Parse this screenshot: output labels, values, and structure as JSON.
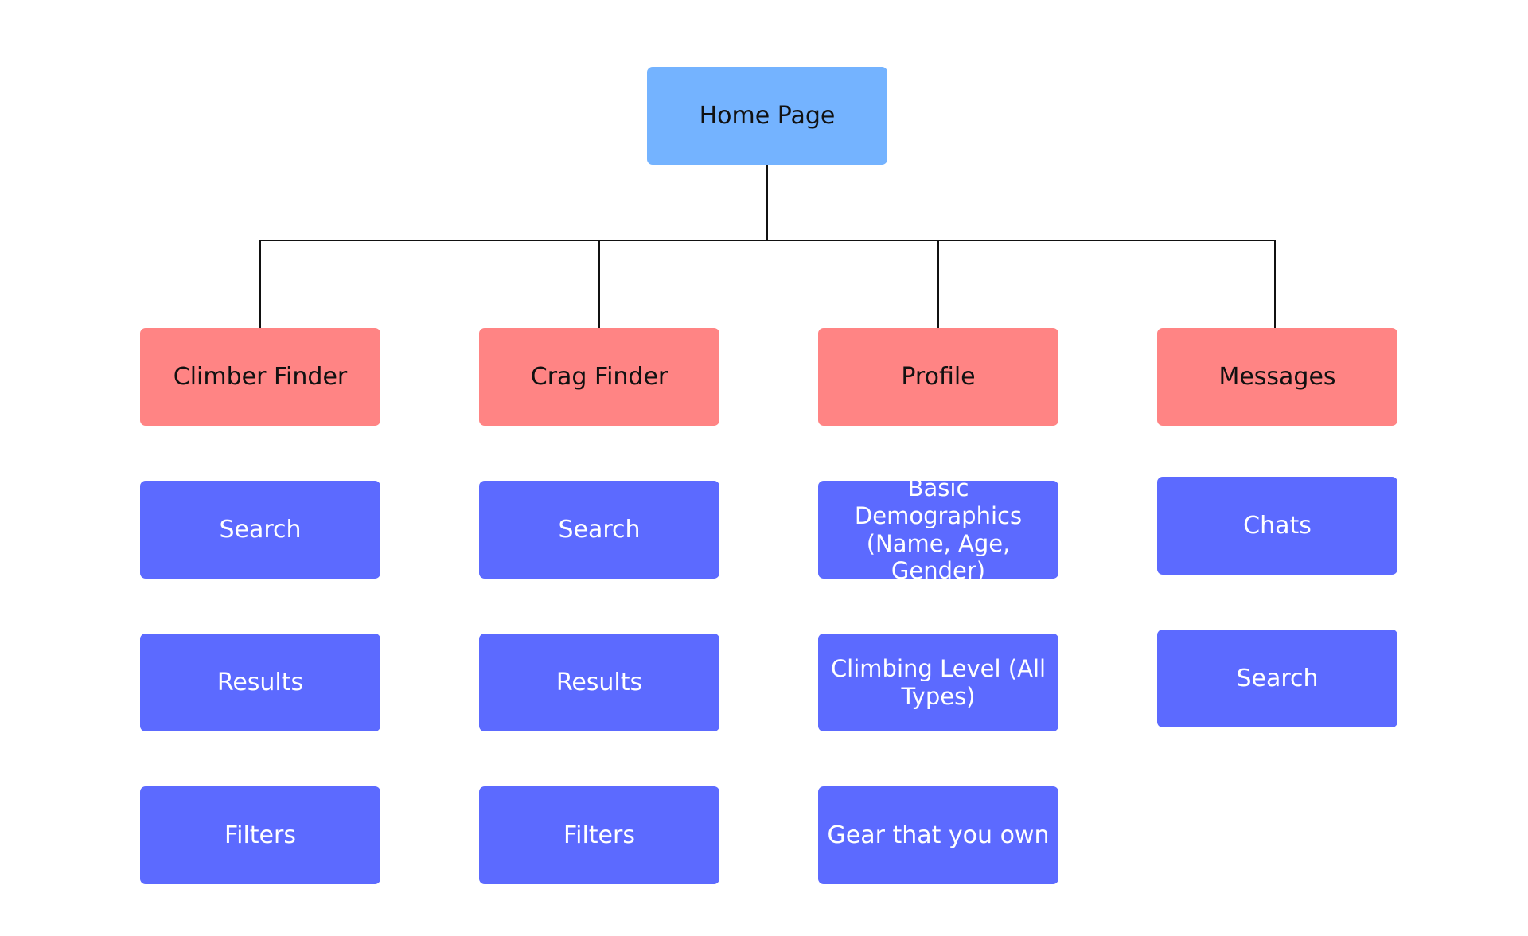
{
  "diagram": {
    "root": {
      "label": "Home Page"
    },
    "sections": [
      {
        "label": "Climber Finder",
        "items": [
          "Search",
          "Results",
          "Filters"
        ]
      },
      {
        "label": "Crag Finder",
        "items": [
          "Search",
          "Results",
          "Filters"
        ]
      },
      {
        "label": "Profile",
        "items": [
          "Basic Demographics (Name, Age, Gender)",
          "Climbing Level (All Types)",
          "Gear that you own"
        ]
      },
      {
        "label": "Messages",
        "items": [
          "Chats",
          "Search"
        ]
      }
    ]
  },
  "colors": {
    "root_fill": "#74b3ff",
    "section_fill": "#ff8484",
    "item_fill": "#5c6aff",
    "connector": "#111111",
    "background": "#ffffff"
  }
}
